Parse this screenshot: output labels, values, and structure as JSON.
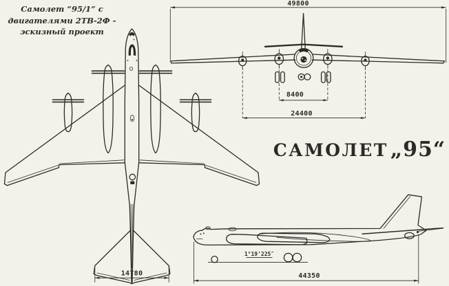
{
  "caption": {
    "lines": [
      "Самолет “95/1” с",
      "двигателями 2ТВ-2Ф -",
      "эскизный проект"
    ]
  },
  "title": {
    "word": "САМОЛЕТ",
    "number": "„95“"
  },
  "front_view": {
    "wingspan": "49800",
    "gear_track": "8400",
    "outer_engine_span": "24400"
  },
  "plan_view": {
    "tail_span": "14780"
  },
  "side_view": {
    "length": "44350",
    "ground_angle": "1°19'225″"
  },
  "colors": {
    "paper": "#f3f1ea",
    "ink": "#2b2a25"
  }
}
